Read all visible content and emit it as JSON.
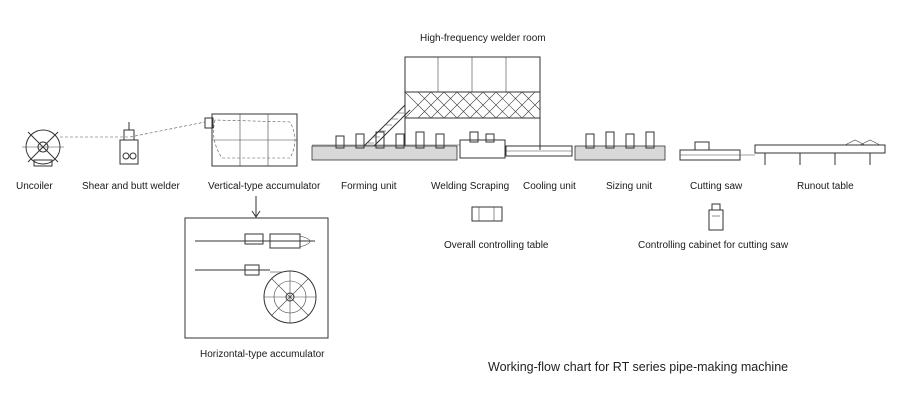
{
  "title": "Working-flow chart for RT series pipe-making machine",
  "welder_room_label": "High-frequency welder room",
  "units": {
    "uncoiler": "Uncoiler",
    "shear_butt_welder": "Shear and butt welder",
    "vertical_accumulator": "Vertical-type accumulator",
    "forming_unit": "Forming unit",
    "welding_scraping": "Welding Scraping",
    "cooling_unit": "Cooling unit",
    "sizing_unit": "Sizing unit",
    "cutting_saw": "Cutting saw",
    "runout_table": "Runout table"
  },
  "auxiliary": {
    "overall_controlling_table": "Overall controlling table",
    "controlling_cabinet": "Controlling cabinet for cutting saw",
    "horizontal_accumulator": "Horizontal-type accumulator"
  }
}
